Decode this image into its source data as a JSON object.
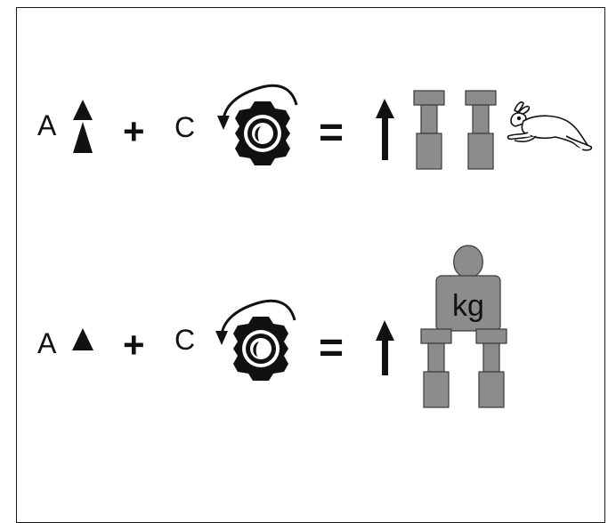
{
  "rows": [
    {
      "letter_a": "A",
      "plus": "+",
      "letter_c": "C",
      "equals": "=",
      "a_symbol": "double-up-triangle-icon",
      "knob_direction": "counterclockwise",
      "result": "fast-lift"
    },
    {
      "letter_a": "A",
      "plus": "+",
      "letter_c": "C",
      "equals": "=",
      "a_symbol": "single-up-triangle-icon",
      "knob_direction": "counterclockwise",
      "result": "heavy-load-lift",
      "weight_label": "kg"
    }
  ],
  "colors": {
    "ink": "#111111",
    "cylinder": "#8c8c8c",
    "cylinder_outline": "#3a3a3a"
  }
}
